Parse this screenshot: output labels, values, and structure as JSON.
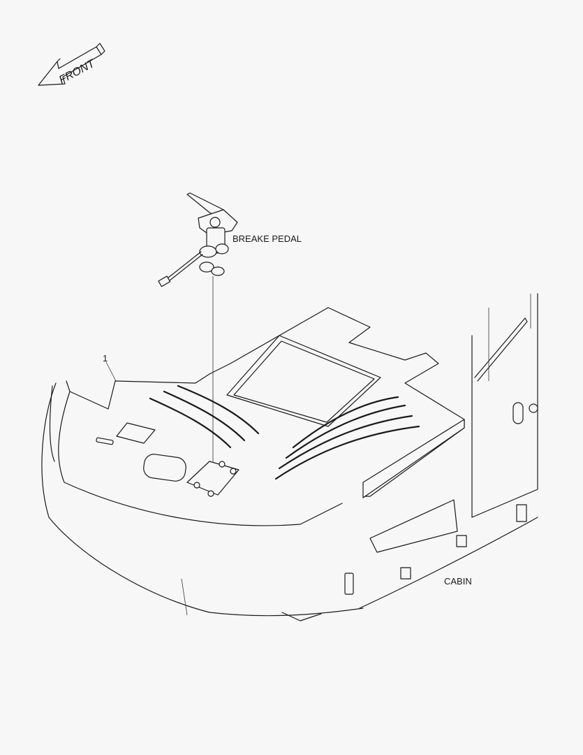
{
  "diagram": {
    "type": "exploded parts illustration",
    "orientation_marker": {
      "label": "FRONT",
      "icon": "front-arrow-icon"
    },
    "labels": {
      "brake_pedal": "BREAKE PEDAL",
      "cabin": "CABIN"
    },
    "callouts": [
      {
        "number": "1",
        "refers_to": "floor mat"
      }
    ],
    "colors": {
      "background": "#f7f7f7",
      "line": "#1a1a1a"
    }
  }
}
